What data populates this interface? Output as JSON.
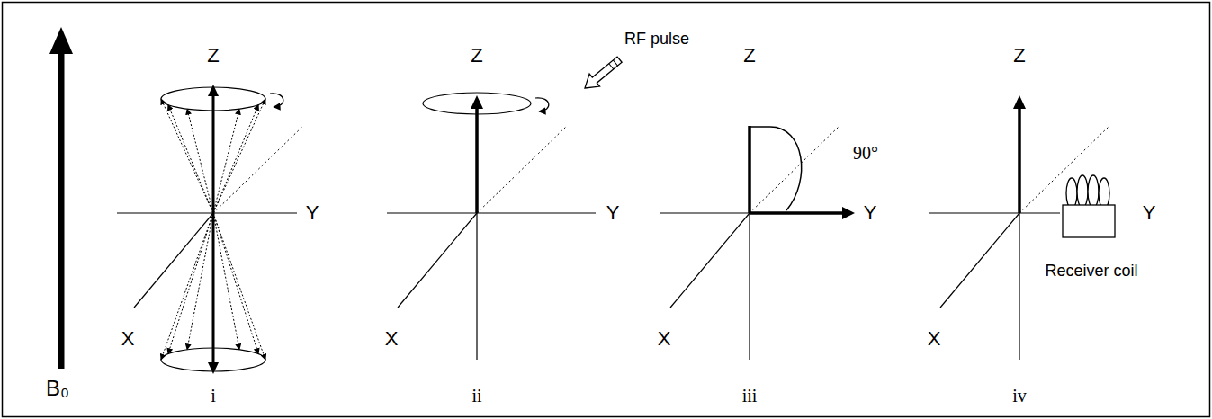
{
  "diagram": {
    "labels": [
      "Z",
      "Y",
      "X",
      "Z",
      "Y",
      "X",
      "RF pulse",
      "Z",
      "90°",
      "Y",
      "X",
      "Z",
      "Y",
      "X",
      "Receiver coil",
      "B₀",
      "i",
      "ii",
      "iii",
      "iv"
    ]
  }
}
